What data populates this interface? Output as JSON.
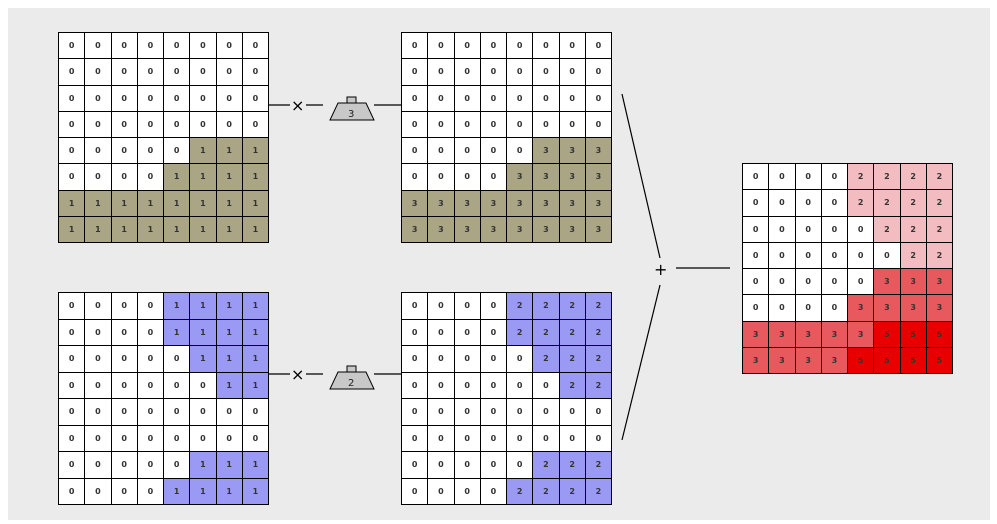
{
  "colors": {
    "zero": "#ffffff",
    "one_olive": "#aaa585",
    "three_olive": "#aaa585",
    "one_blue": "#9a9af4",
    "two_blue": "#9a9af4",
    "sum_2": "#f2bcc0",
    "sum_3": "#e8595d",
    "sum_5": "#e80000"
  },
  "top_input": [
    [
      0,
      0,
      0,
      0,
      0,
      0,
      0,
      0
    ],
    [
      0,
      0,
      0,
      0,
      0,
      0,
      0,
      0
    ],
    [
      0,
      0,
      0,
      0,
      0,
      0,
      0,
      0
    ],
    [
      0,
      0,
      0,
      0,
      0,
      0,
      0,
      0
    ],
    [
      0,
      0,
      0,
      0,
      0,
      1,
      1,
      1
    ],
    [
      0,
      0,
      0,
      0,
      1,
      1,
      1,
      1
    ],
    [
      1,
      1,
      1,
      1,
      1,
      1,
      1,
      1
    ],
    [
      1,
      1,
      1,
      1,
      1,
      1,
      1,
      1
    ]
  ],
  "top_weighted": [
    [
      0,
      0,
      0,
      0,
      0,
      0,
      0,
      0
    ],
    [
      0,
      0,
      0,
      0,
      0,
      0,
      0,
      0
    ],
    [
      0,
      0,
      0,
      0,
      0,
      0,
      0,
      0
    ],
    [
      0,
      0,
      0,
      0,
      0,
      0,
      0,
      0
    ],
    [
      0,
      0,
      0,
      0,
      0,
      3,
      3,
      3
    ],
    [
      0,
      0,
      0,
      0,
      3,
      3,
      3,
      3
    ],
    [
      3,
      3,
      3,
      3,
      3,
      3,
      3,
      3
    ],
    [
      3,
      3,
      3,
      3,
      3,
      3,
      3,
      3
    ]
  ],
  "bottom_input": [
    [
      0,
      0,
      0,
      0,
      1,
      1,
      1,
      1
    ],
    [
      0,
      0,
      0,
      0,
      1,
      1,
      1,
      1
    ],
    [
      0,
      0,
      0,
      0,
      0,
      1,
      1,
      1
    ],
    [
      0,
      0,
      0,
      0,
      0,
      0,
      1,
      1
    ],
    [
      0,
      0,
      0,
      0,
      0,
      0,
      0,
      0
    ],
    [
      0,
      0,
      0,
      0,
      0,
      0,
      0,
      0
    ],
    [
      0,
      0,
      0,
      0,
      0,
      1,
      1,
      1
    ],
    [
      0,
      0,
      0,
      0,
      1,
      1,
      1,
      1
    ]
  ],
  "bottom_weighted": [
    [
      0,
      0,
      0,
      0,
      2,
      2,
      2,
      2
    ],
    [
      0,
      0,
      0,
      0,
      2,
      2,
      2,
      2
    ],
    [
      0,
      0,
      0,
      0,
      0,
      2,
      2,
      2
    ],
    [
      0,
      0,
      0,
      0,
      0,
      0,
      2,
      2
    ],
    [
      0,
      0,
      0,
      0,
      0,
      0,
      0,
      0
    ],
    [
      0,
      0,
      0,
      0,
      0,
      0,
      0,
      0
    ],
    [
      0,
      0,
      0,
      0,
      0,
      2,
      2,
      2
    ],
    [
      0,
      0,
      0,
      0,
      2,
      2,
      2,
      2
    ]
  ],
  "sum_grid": [
    [
      0,
      0,
      0,
      0,
      2,
      2,
      2,
      2
    ],
    [
      0,
      0,
      0,
      0,
      2,
      2,
      2,
      2
    ],
    [
      0,
      0,
      0,
      0,
      0,
      2,
      2,
      2
    ],
    [
      0,
      0,
      0,
      0,
      0,
      0,
      2,
      2
    ],
    [
      0,
      0,
      0,
      0,
      0,
      3,
      3,
      3
    ],
    [
      0,
      0,
      0,
      0,
      3,
      3,
      3,
      3
    ],
    [
      3,
      3,
      3,
      3,
      3,
      5,
      5,
      5
    ],
    [
      3,
      3,
      3,
      3,
      5,
      5,
      5,
      5
    ]
  ],
  "top_weight": "3",
  "bottom_weight": "2",
  "multiply_symbol": "×",
  "plus_symbol": "+"
}
